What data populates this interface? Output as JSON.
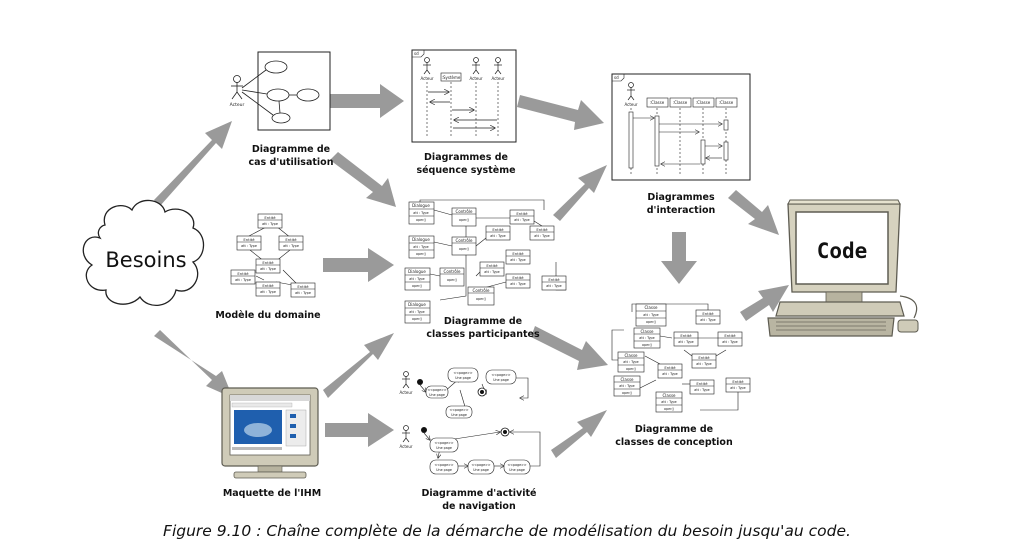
{
  "besoins": "Besoins",
  "code": "Code",
  "labels": {
    "use_case": [
      "Diagramme de",
      "cas d'utilisation"
    ],
    "sequence": [
      "Diagrammes de",
      "séquence système"
    ],
    "interaction": [
      "Diagrammes",
      "d'interaction"
    ],
    "domain": [
      "Modèle du domaine"
    ],
    "participants": [
      "Diagramme de",
      "classes participantes"
    ],
    "conception": [
      "Diagramme de",
      "classes de conception"
    ],
    "ihm": [
      "Maquette de l'IHM"
    ],
    "navigation": [
      "Diagramme d'activité",
      "de navigation"
    ]
  },
  "mini_text": {
    "actor": "Acteur",
    "systeme": ":Système",
    "classe_obj": ":Classe",
    "entite": "Entité",
    "att_type": "att : Type",
    "oper": "oper()",
    "dialogue": "Dialogue",
    "controle": "Contrôle",
    "classe": "Classe",
    "page_stereo": "<<page>>",
    "une_page": "Une page",
    "sd": "sd"
  },
  "caption": "Figure 9.10 : Chaîne complète de la démarche de modélisation du besoin jusqu'au code.",
  "colors": {
    "arrow": "#9a9a9a",
    "monitor_body": "#cfcbb8",
    "monitor_dark": "#5e5c52",
    "screen_blue": "#1f5fae"
  }
}
